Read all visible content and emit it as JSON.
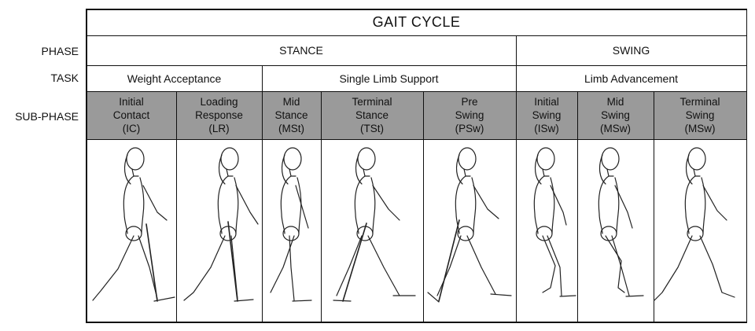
{
  "title": "GAIT CYCLE",
  "row_labels": {
    "phase": "PHASE",
    "task": "TASK",
    "sub_phase": "SUB-PHASE"
  },
  "phases": [
    {
      "label": "STANCE"
    },
    {
      "label": "SWING"
    }
  ],
  "tasks": [
    {
      "label": "Weight Acceptance"
    },
    {
      "label": "Single Limb Support"
    },
    {
      "label": "Limb Advancement"
    }
  ],
  "sub_phases": [
    {
      "line1": "Initial",
      "line2": "Contact",
      "line3": "(IC)"
    },
    {
      "line1": "Loading",
      "line2": "Response",
      "line3": "(LR)"
    },
    {
      "line1": "Mid",
      "line2": "Stance",
      "line3": "(MSt)"
    },
    {
      "line1": "Terminal",
      "line2": "Stance",
      "line3": "(TSt)"
    },
    {
      "line1": "Pre",
      "line2": "Swing",
      "line3": "(PSw)"
    },
    {
      "line1": "Initial",
      "line2": "Swing",
      "line3": "(ISw)"
    },
    {
      "line1": "Mid",
      "line2": "Swing",
      "line3": "(MSw)"
    },
    {
      "line1": "Terminal",
      "line2": "Swing",
      "line3": "(MSw)"
    }
  ],
  "colors": {
    "sub_phase_fill": "#9a9a9a",
    "line": "#111111"
  }
}
